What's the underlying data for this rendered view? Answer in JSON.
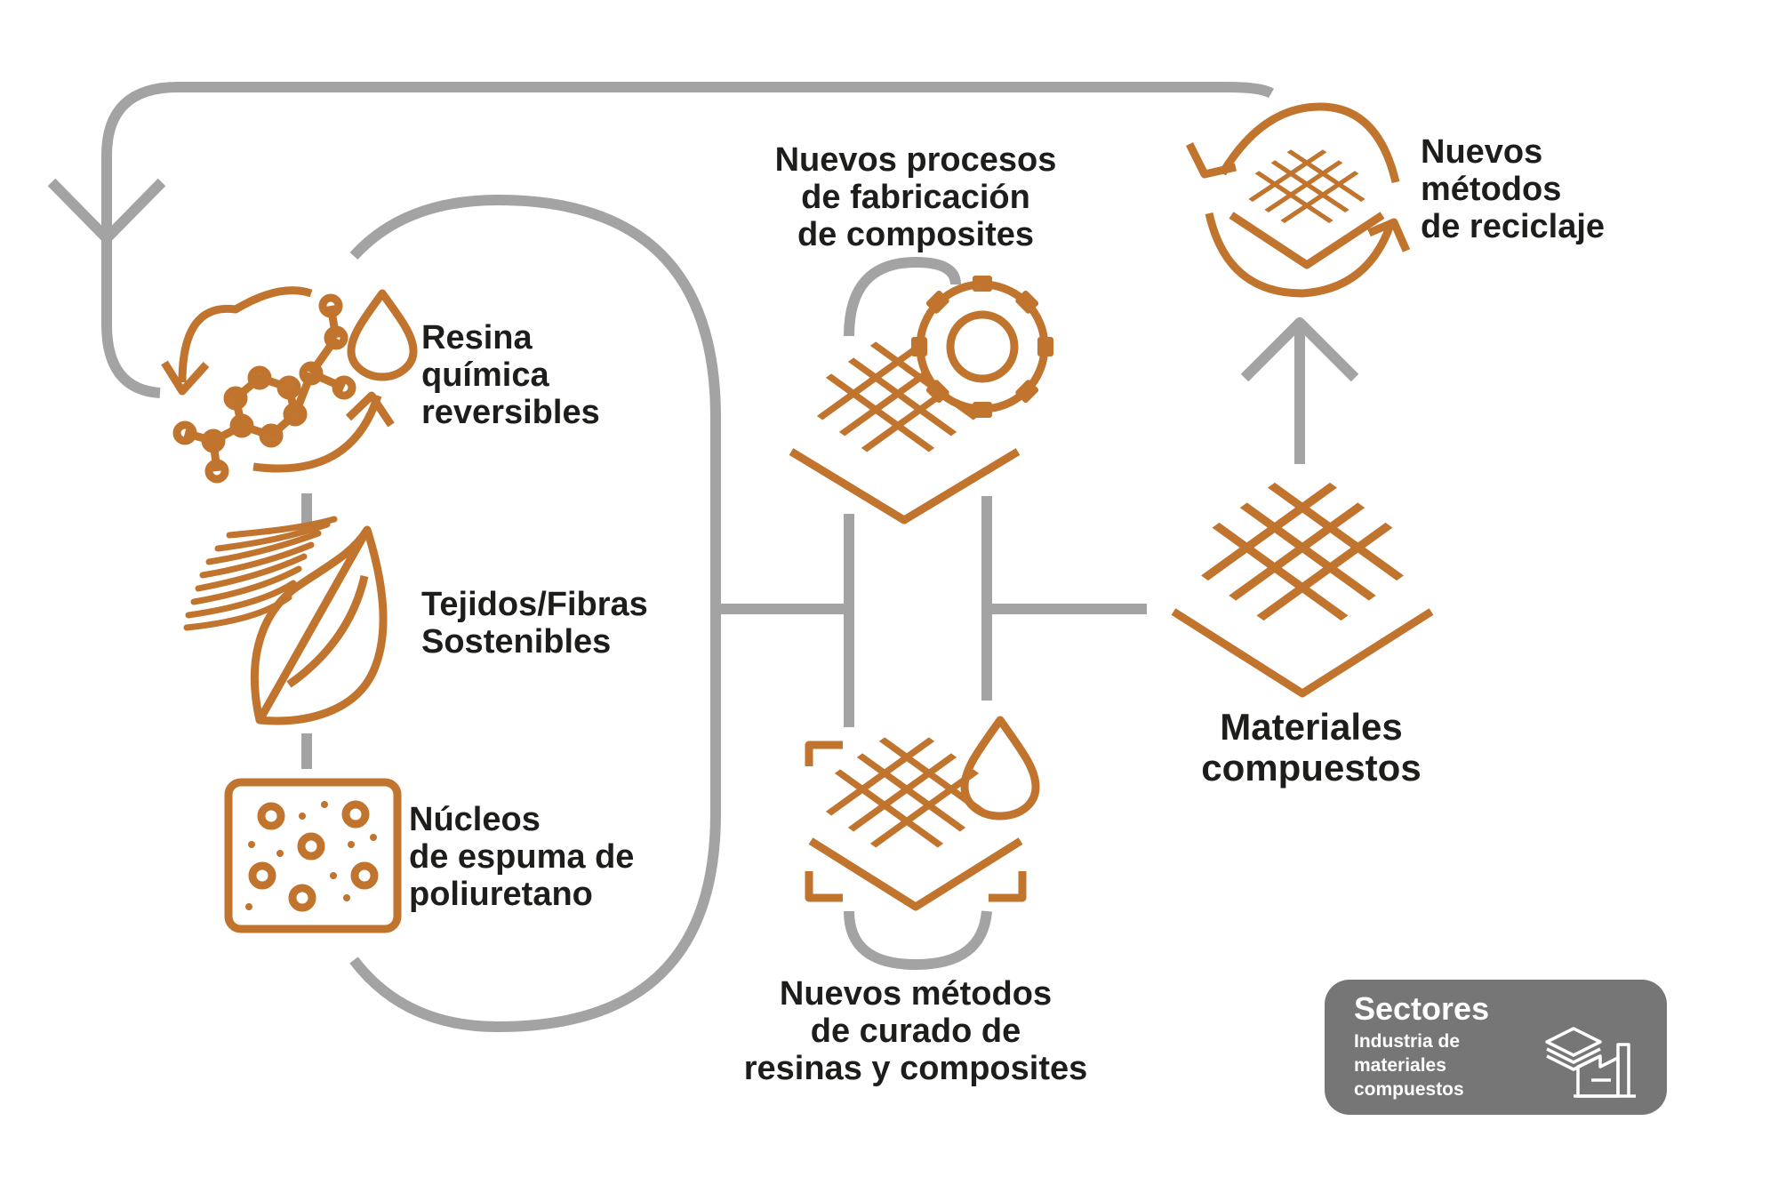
{
  "labels": {
    "resina": [
      "Resina",
      "química",
      "reversibles"
    ],
    "tejidos": [
      "Tejidos/Fibras",
      "Sostenibles"
    ],
    "nucleos": [
      "Núcleos",
      "de espuma de",
      "poliuretano"
    ],
    "fabricacion": [
      "Nuevos procesos",
      "de fabricación",
      "de composites"
    ],
    "curado": [
      "Nuevos métodos",
      "de curado de",
      "resinas y composites"
    ],
    "materiales": [
      "Materiales",
      "compuestos"
    ],
    "reciclaje": [
      "Nuevos",
      "métodos",
      "de reciclaje"
    ]
  },
  "badge": {
    "title": "Sectores",
    "lines": [
      "Industria de",
      "materiales",
      "compuestos"
    ]
  },
  "icons": {
    "resina": "molecule-drop-cycle-icon",
    "tejidos": "leaf-fibers-icon",
    "nucleos": "foam-core-icon",
    "fabricacion": "mesh-gear-icon",
    "curado": "mesh-drop-curing-icon",
    "materiales": "composite-mesh-icon",
    "reciclaje": "recycle-mesh-icon",
    "badge": "factory-layers-icon"
  },
  "colors": {
    "accent": "#c0742d",
    "connector": "#a3a3a3",
    "text": "#1d1d1b",
    "badge_bg": "#767676"
  }
}
